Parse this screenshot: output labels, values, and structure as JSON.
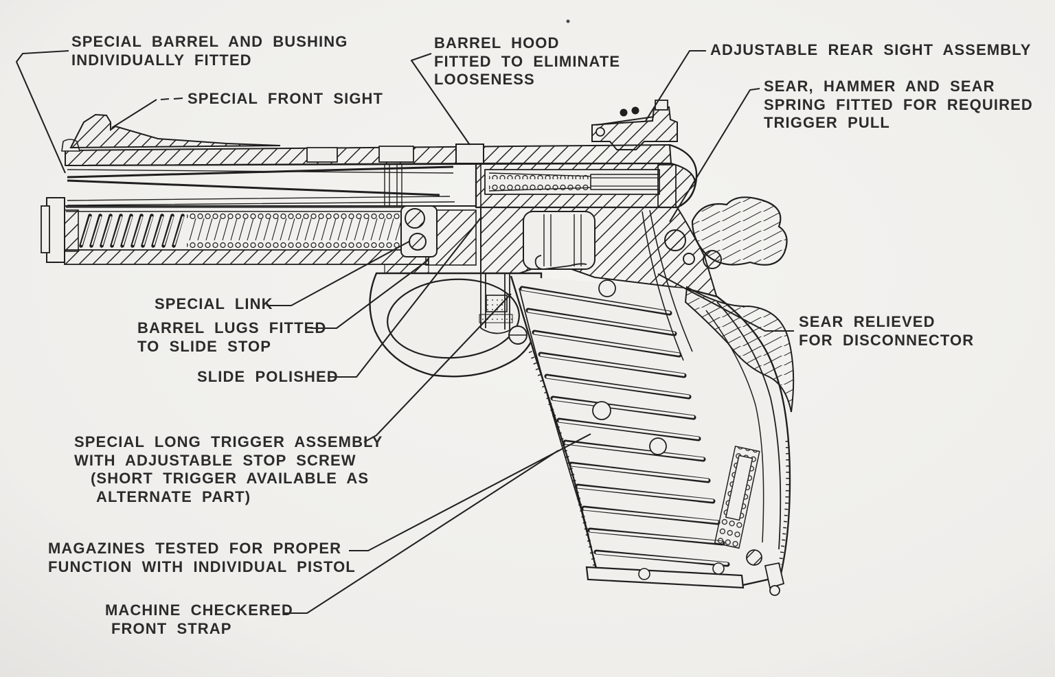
{
  "palette": {
    "paper": "#f0efec",
    "ink": "#1f1f1f",
    "label_ink": "#2b2b2b"
  },
  "diagram": {
    "subject": "1911 pistol cutaway",
    "labels": [
      {
        "id": "barrel-bushing",
        "lines": [
          "SPECIAL BARREL AND BUSHING",
          "INDIVIDUALLY FITTED"
        ]
      },
      {
        "id": "front-sight",
        "lines": [
          "SPECIAL FRONT SIGHT"
        ]
      },
      {
        "id": "barrel-hood",
        "lines": [
          "BARREL HOOD",
          "FITTED TO ELIMINATE",
          "LOOSENESS"
        ]
      },
      {
        "id": "rear-sight",
        "lines": [
          "ADJUSTABLE REAR SIGHT ASSEMBLY"
        ]
      },
      {
        "id": "sear-hammer",
        "lines": [
          "SEAR, HAMMER AND SEAR",
          "SPRING FITTED FOR REQUIRED",
          "TRIGGER PULL"
        ]
      },
      {
        "id": "sear-relieved",
        "lines": [
          "SEAR RELIEVED",
          "FOR DISCONNECTOR"
        ]
      },
      {
        "id": "special-link",
        "lines": [
          "SPECIAL LINK"
        ]
      },
      {
        "id": "barrel-lugs",
        "lines": [
          "BARREL LUGS FITTED",
          "TO SLIDE STOP"
        ]
      },
      {
        "id": "slide-polished",
        "lines": [
          "SLIDE POLISHED"
        ]
      },
      {
        "id": "trigger-assembly",
        "lines": [
          "SPECIAL LONG TRIGGER ASSEMBLY",
          "WITH ADJUSTABLE STOP SCREW",
          "(SHORT TRIGGER AVAILABLE AS",
          "ALTERNATE PART)"
        ]
      },
      {
        "id": "magazines",
        "lines": [
          "MAGAZINES TESTED FOR PROPER",
          "FUNCTION WITH INDIVIDUAL PISTOL"
        ]
      },
      {
        "id": "front-strap",
        "lines": [
          "MACHINE CHECKERED",
          "FRONT STRAP"
        ]
      }
    ]
  }
}
